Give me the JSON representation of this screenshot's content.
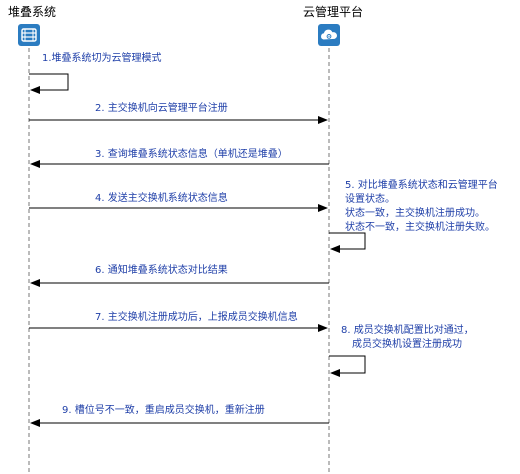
{
  "actors": {
    "stack": {
      "label": "堆叠系统",
      "icon": "stack-switch-icon"
    },
    "cloud": {
      "label": "云管理平台",
      "icon": "cloud-platform-icon"
    }
  },
  "messages": [
    {
      "step": 1,
      "from": "stack",
      "to": "stack",
      "label": "1.堆叠系统切为云管理模式"
    },
    {
      "step": 2,
      "from": "stack",
      "to": "cloud",
      "label": "2. 主交换机向云管理平台注册"
    },
    {
      "step": 3,
      "from": "cloud",
      "to": "stack",
      "label": "3. 查询堆叠系统状态信息（单机还是堆叠）"
    },
    {
      "step": 4,
      "from": "stack",
      "to": "cloud",
      "label": "4. 发送主交换机系统状态信息"
    },
    {
      "step": 5,
      "from": "cloud",
      "to": "cloud",
      "lines": [
        "5.  对比堆叠系统状态和云管理平台",
        "设置状态。",
        "状态一致，主交换机注册成功。",
        "状态不一致，主交换机注册失败。"
      ]
    },
    {
      "step": 6,
      "from": "cloud",
      "to": "stack",
      "label": "6. 通知堆叠系统状态对比结果"
    },
    {
      "step": 7,
      "from": "stack",
      "to": "cloud",
      "label": "7. 主交换机注册成功后，上报成员交换机信息"
    },
    {
      "step": 8,
      "from": "cloud",
      "to": "cloud",
      "lines": [
        "8. 成员交换机配置比对通过，",
        "成员交换机设置注册成功"
      ]
    },
    {
      "step": 9,
      "from": "cloud",
      "to": "stack",
      "label": "9. 槽位号不一致，重启成员交换机，重新注册"
    }
  ],
  "colors": {
    "label_text": "#1f3fa8",
    "arrow": "#000000",
    "lifeline": "#777777",
    "icon_fill": "#2b7cc1"
  }
}
